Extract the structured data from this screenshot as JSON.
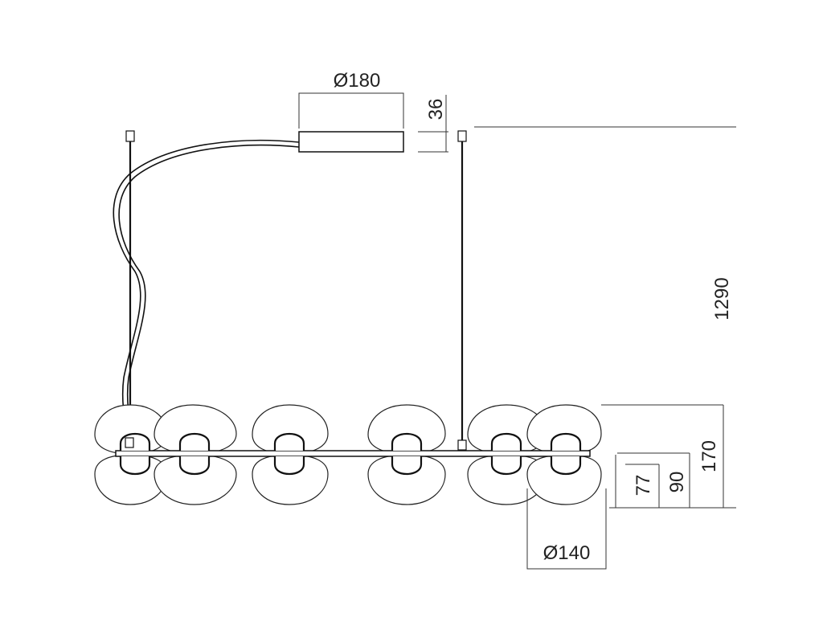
{
  "diagram": {
    "dimensions": {
      "canopy_diameter": "Ø180",
      "canopy_height": "36",
      "total_height": "1290",
      "fixture_height": "170",
      "upper_to_bar": "90",
      "lower_to_bar": "77",
      "shade_diameter": "Ø140"
    }
  }
}
